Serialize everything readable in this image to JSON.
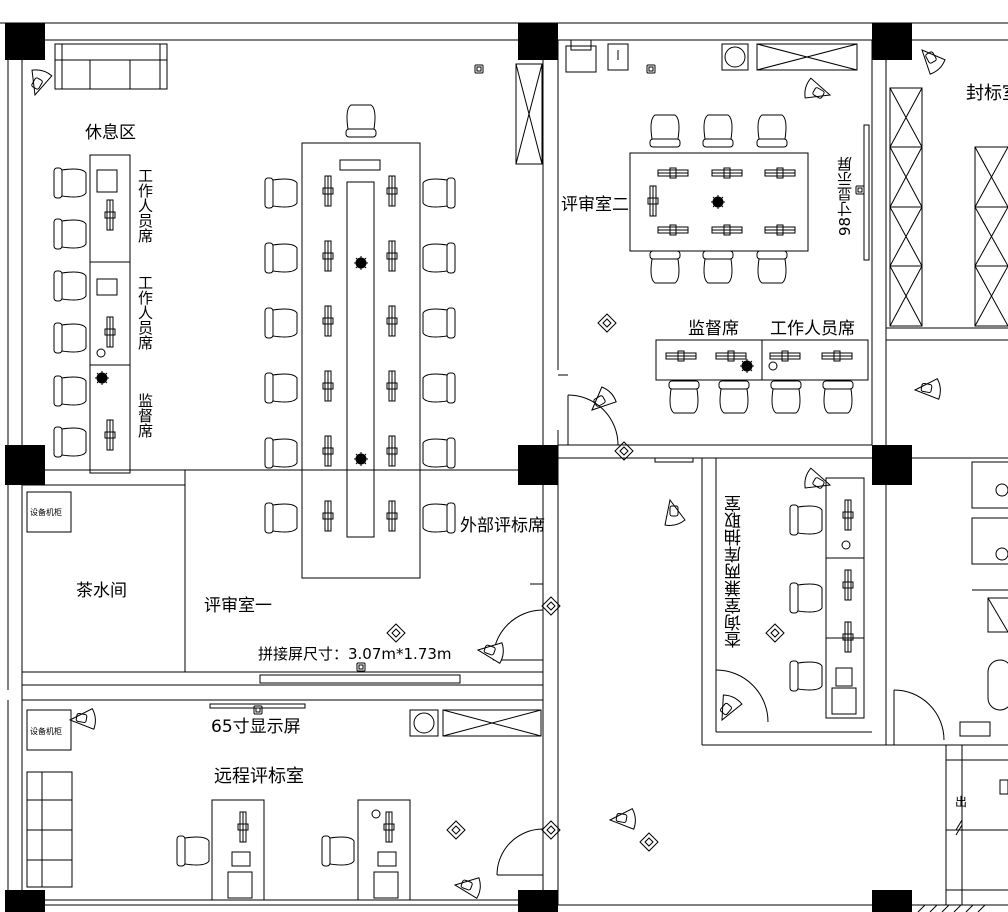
{
  "labels": {
    "rest_area": "休息区",
    "staff_seat_1": "工作人员席",
    "staff_seat_2": "工作人员席",
    "supervision_seat": "监督席",
    "external_bid_seat": "外部评标席",
    "review_room_1": "评审室一",
    "screen_size": "拼接屏尺寸：3.07m*1.73m",
    "tea_room": "茶水间",
    "equip_cabinet_1": "设备机柜",
    "equip_cabinet_2": "设备机柜",
    "screen_65": "65寸显示屏",
    "remote_room": "远程评标室",
    "review_room_2": "评审室二",
    "screen_98": "98寸显示屏",
    "supervision_seat_2": "监督席",
    "staff_seat_3": "工作人员席",
    "sealing_room": "封标室",
    "query_room": "查询室兼两库抽取室",
    "exit": "出"
  },
  "colors": {
    "line": "#000000",
    "pillar": "#000000",
    "background": "#ffffff"
  }
}
